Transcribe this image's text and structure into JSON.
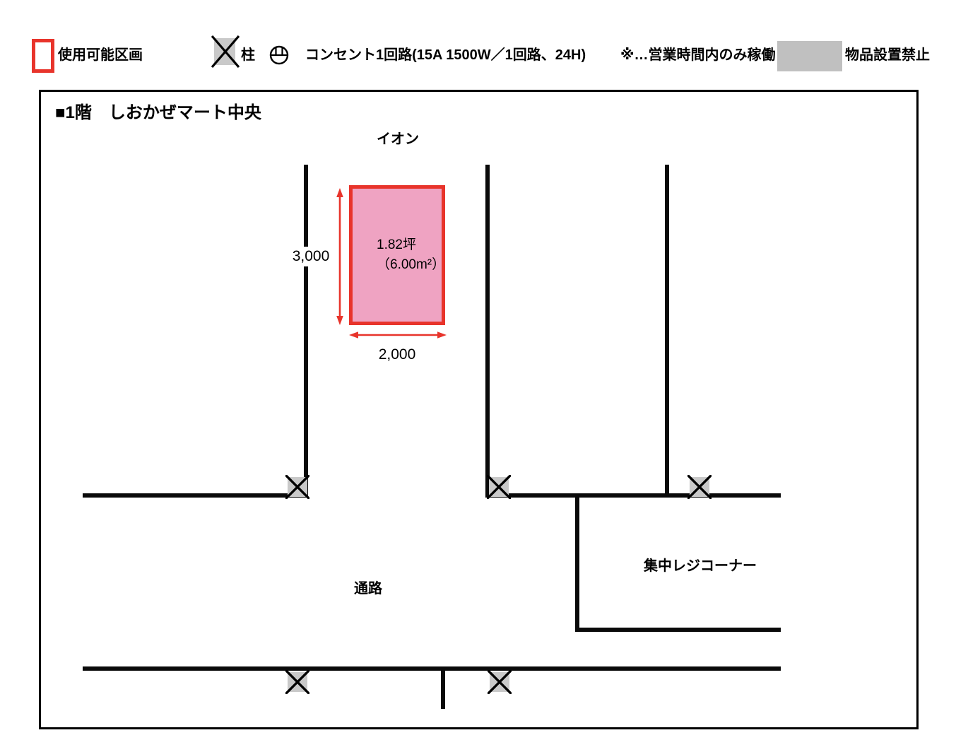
{
  "legend": {
    "available_label": "使用可能区画",
    "pillar_label": "柱",
    "outlet_label": "コンセント1回路(15A 1500W／1回路、24H)",
    "note": "※…営業時間内のみ稼働",
    "no_items_label": "物品設置禁止"
  },
  "plan": {
    "title": "■1階　しおかぜマート中央",
    "neighbor_top": "イオン",
    "zone": {
      "area_tsubo": "1.82坪",
      "area_m2": "（6.00m²）",
      "height_mm": "3,000",
      "width_mm": "2,000"
    },
    "aisle_label": "通路",
    "register_label": "集中レジコーナー"
  },
  "colors": {
    "accent_red": "#e8342b",
    "zone_pink": "#efa3c2",
    "pillar_gray": "#c9c9c9",
    "swatch_gray": "#c0c0c0",
    "wall_black": "#0a0a0a"
  }
}
